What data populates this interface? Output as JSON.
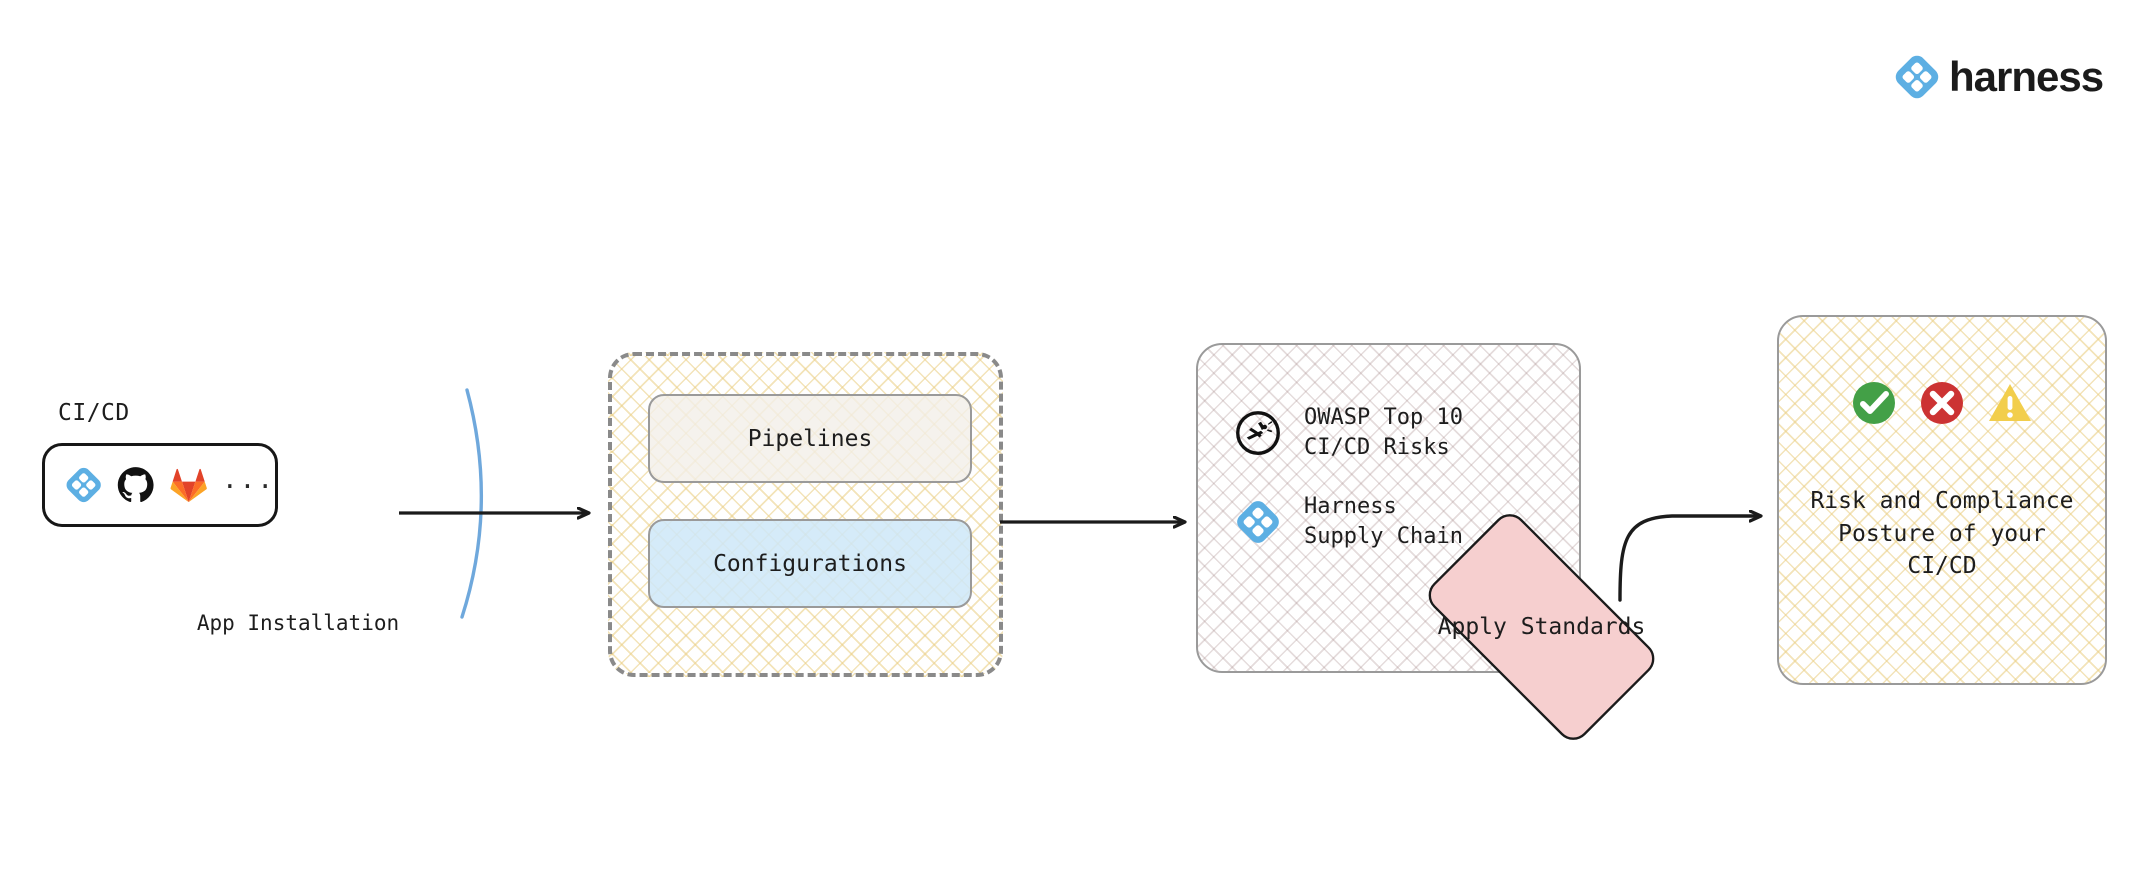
{
  "brand": {
    "name": "harness",
    "logo_icon": "harness-diamond-icon",
    "logo_color": "#5DAFE3"
  },
  "flow": {
    "source": {
      "label": "CI/CD",
      "tools": [
        {
          "name": "Harness",
          "icon": "harness-logo-icon",
          "color": "#5DAFE3"
        },
        {
          "name": "GitHub",
          "icon": "github-logo-icon",
          "color": "#111111"
        },
        {
          "name": "GitLab",
          "icon": "gitlab-logo-icon",
          "color": "#E24329"
        }
      ],
      "more_indicator": "..."
    },
    "boundary": {
      "label": "App\nInstallation",
      "arc_color": "#6FA8DC"
    },
    "scanned_assets": {
      "nodes": [
        {
          "label": "Pipelines",
          "fill": "#F2EFE9"
        },
        {
          "label": "Configurations",
          "fill": "#CEE7F8"
        }
      ],
      "border_style": "dashed",
      "border_color": "#8A8A8A",
      "hatch_color": "#E9CD80"
    },
    "standards": {
      "items": [
        {
          "icon": "owasp-logo-icon",
          "label": "OWASP Top 10\nCI/CD Risks"
        },
        {
          "icon": "harness-logo-icon",
          "label": "Harness\nSupply Chain"
        }
      ],
      "hatch_color": "#A88C8C"
    },
    "action": {
      "label": "Apply\nStandards",
      "shape": "diamond",
      "fill": "#F6CFCF",
      "border": "#1B1B1B"
    },
    "outcome": {
      "text": "Risk and Compliance\nPosture of your\nCI/CD",
      "status_icons": [
        {
          "icon": "check-circle-icon",
          "color": "#43A047",
          "meaning": "pass"
        },
        {
          "icon": "x-circle-icon",
          "color": "#CC3333",
          "meaning": "fail"
        },
        {
          "icon": "warning-triangle-icon",
          "color": "#F2CE4C",
          "meaning": "warning"
        }
      ],
      "hatch_color": "#E9CD80"
    },
    "connectors": [
      {
        "from": "source",
        "to": "scanned_assets",
        "type": "arrow-straight"
      },
      {
        "from": "scanned_assets",
        "to": "standards",
        "type": "arrow-straight"
      },
      {
        "from": "action",
        "to": "outcome",
        "type": "arrow-curved"
      }
    ]
  }
}
